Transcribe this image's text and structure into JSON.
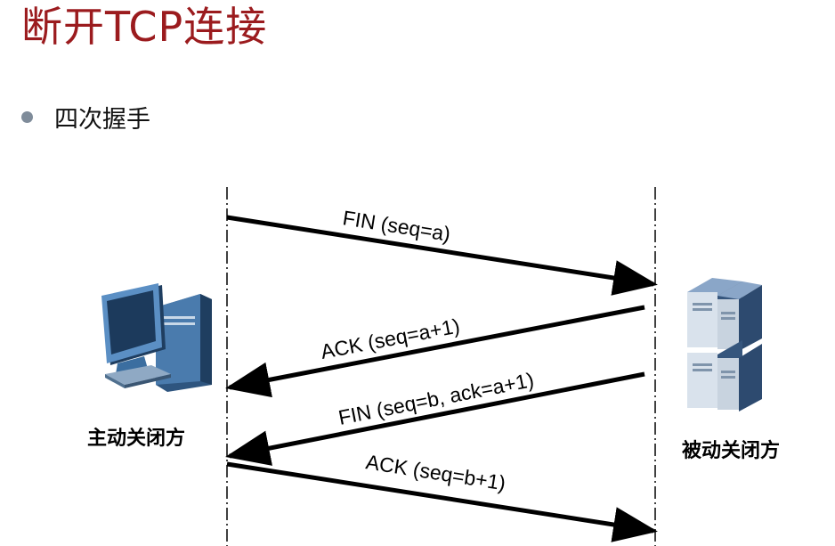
{
  "slide": {
    "title": "断开TCP连接",
    "bullet": "四次握手"
  },
  "nodes": {
    "left_label": "主动关闭方",
    "right_label": "被动关闭方"
  },
  "messages": [
    {
      "label": "FIN (seq=a)",
      "from": "left",
      "to": "right"
    },
    {
      "label": "ACK (seq=a+1)",
      "from": "right",
      "to": "left"
    },
    {
      "label": "FIN (seq=b, ack=a+1)",
      "from": "right",
      "to": "left"
    },
    {
      "label": "ACK (seq=b+1)",
      "from": "left",
      "to": "right"
    }
  ],
  "icons": {
    "left": "desktop-computer-icon",
    "right": "server-rack-icon"
  },
  "colors": {
    "title": "#9b1b1e",
    "arrow": "#000000",
    "bullet": "#7f8c9a",
    "monitor": "#3b6ea0",
    "server": "#3d5a80"
  }
}
